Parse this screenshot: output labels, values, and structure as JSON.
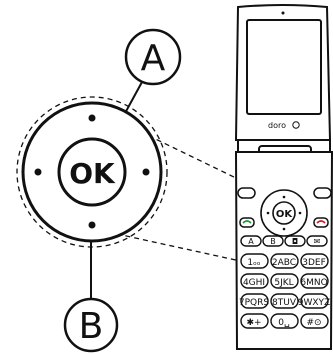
{
  "callouts": {
    "a": "A",
    "b": "B"
  },
  "nav": {
    "ok": "OK"
  },
  "phone": {
    "brand": "doro",
    "letter_keys": [
      "A",
      "B",
      "◘",
      "✉"
    ],
    "keypad": [
      [
        "1ₒₒ",
        "2ABC",
        "3DEF"
      ],
      [
        "4GHI",
        "5JKL",
        "6MNO"
      ],
      [
        "7PQRS",
        "8TUV",
        "9WXYZ"
      ],
      [
        "✱+",
        "0␣",
        "#⊙"
      ]
    ]
  }
}
